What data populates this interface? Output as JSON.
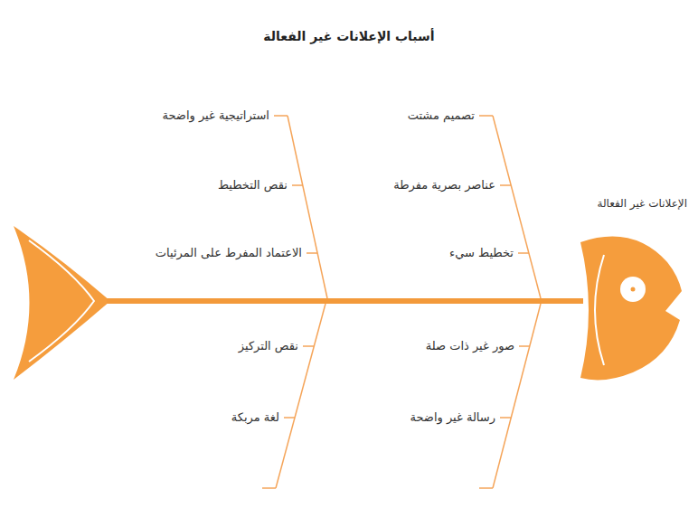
{
  "diagram": {
    "title": "أسباب الإعلانات غير الفعالة",
    "labels": [
      "الإعلانات غير الفعالة",
      "تصميم مشتت",
      "عناصر بصرية مفرطة",
      "تخطيط سيء",
      "استراتيجية غير واضحة",
      "نقص التخطيط",
      "الاعتماد المفرط على المرئيات",
      "صور غير ذات صلة",
      "رسالة غير واضحة",
      "نقص التركيز",
      "لغة مربكة"
    ]
  }
}
